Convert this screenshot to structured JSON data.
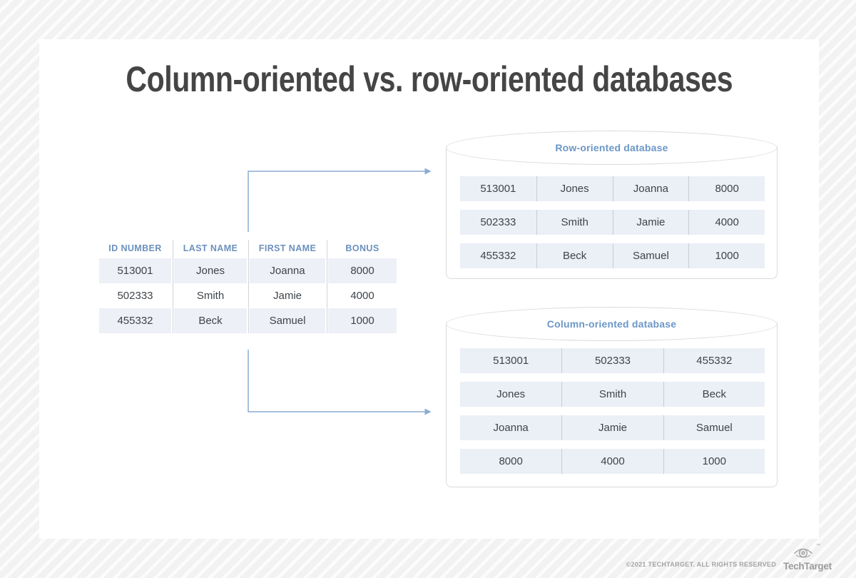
{
  "title": "Column-oriented vs. row-oriented databases",
  "source_table": {
    "headers": [
      "ID NUMBER",
      "LAST NAME",
      "FIRST NAME",
      "BONUS"
    ],
    "rows": [
      [
        "513001",
        "Jones",
        "Joanna",
        "8000"
      ],
      [
        "502333",
        "Smith",
        "Jamie",
        "4000"
      ],
      [
        "455332",
        "Beck",
        "Samuel",
        "1000"
      ]
    ]
  },
  "row_oriented_db": {
    "label": "Row-oriented database",
    "rows": [
      [
        "513001",
        "Jones",
        "Joanna",
        "8000"
      ],
      [
        "502333",
        "Smith",
        "Jamie",
        "4000"
      ],
      [
        "455332",
        "Beck",
        "Samuel",
        "1000"
      ]
    ]
  },
  "column_oriented_db": {
    "label": "Column-oriented database",
    "rows": [
      [
        "513001",
        "502333",
        "455332"
      ],
      [
        "Jones",
        "Smith",
        "Beck"
      ],
      [
        "Joanna",
        "Jamie",
        "Samuel"
      ],
      [
        "8000",
        "4000",
        "1000"
      ]
    ]
  },
  "footer": {
    "copyright": "©2021 TECHTARGET. ALL RIGHTS RESERVED",
    "logo_text": "TechTarget",
    "trademark": "™"
  },
  "colors": {
    "accent_blue": "#6b90bd",
    "label_blue": "#6b97c7",
    "arrow_blue": "#8aabd2",
    "row_shading": "#edf0f6",
    "strip_shading": "#ebeff6",
    "strip_divider": "#c6ccd8",
    "cylinder_border": "#d8dadc",
    "title_text": "#454545",
    "body_text": "#3f444a",
    "footer_gray": "#a3a3a3"
  }
}
